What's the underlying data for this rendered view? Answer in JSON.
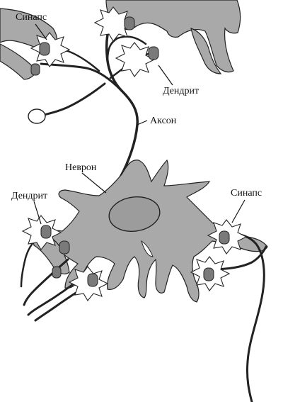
{
  "labels": {
    "synapse_top": "Синапс",
    "dendrite_top": "Дендрит",
    "axon": "Аксон",
    "neuron": "Неврон",
    "dendrite_left": "Дендрит",
    "synapse_right": "Синапс"
  },
  "colors": {
    "cell_fill": "#a9a9a9",
    "outline": "#222222",
    "background": "#ffffff"
  }
}
